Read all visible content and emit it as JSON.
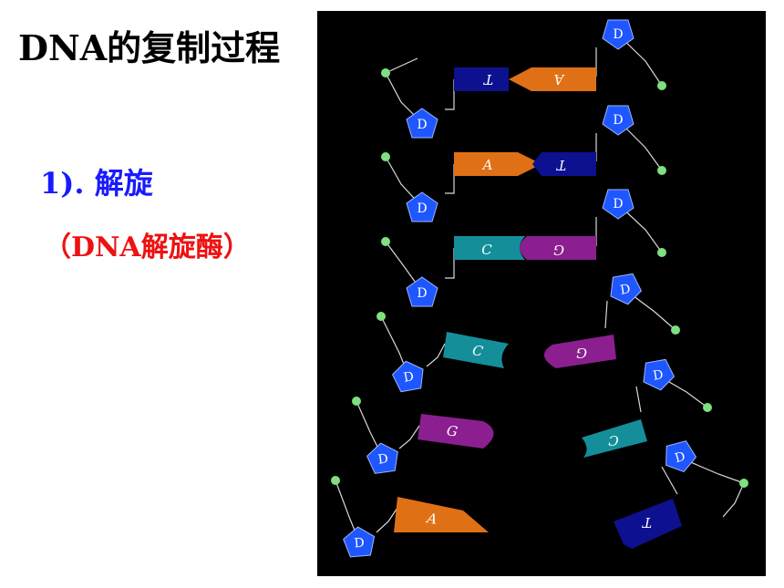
{
  "slide": {
    "title": "DNA的复制过程",
    "step": "1). 解旋",
    "enzyme_note": "（DNA解旋酶）"
  },
  "diagram": {
    "sugar_label": "D",
    "pairs": [
      {
        "left": "A",
        "right": "T"
      },
      {
        "left": "A",
        "right": "T"
      },
      {
        "left": "C",
        "right": "G"
      },
      {
        "left": "C",
        "right": "G"
      },
      {
        "left": "G",
        "right": "C"
      },
      {
        "left": "A",
        "right": "T"
      }
    ],
    "colors": {
      "background": "#000000",
      "sugar": "#1e56ff",
      "phosphate": "#7fe07f",
      "A": "#e07016",
      "T": "#0d1190",
      "C": "#148f9a",
      "G": "#8b1f8f"
    }
  }
}
